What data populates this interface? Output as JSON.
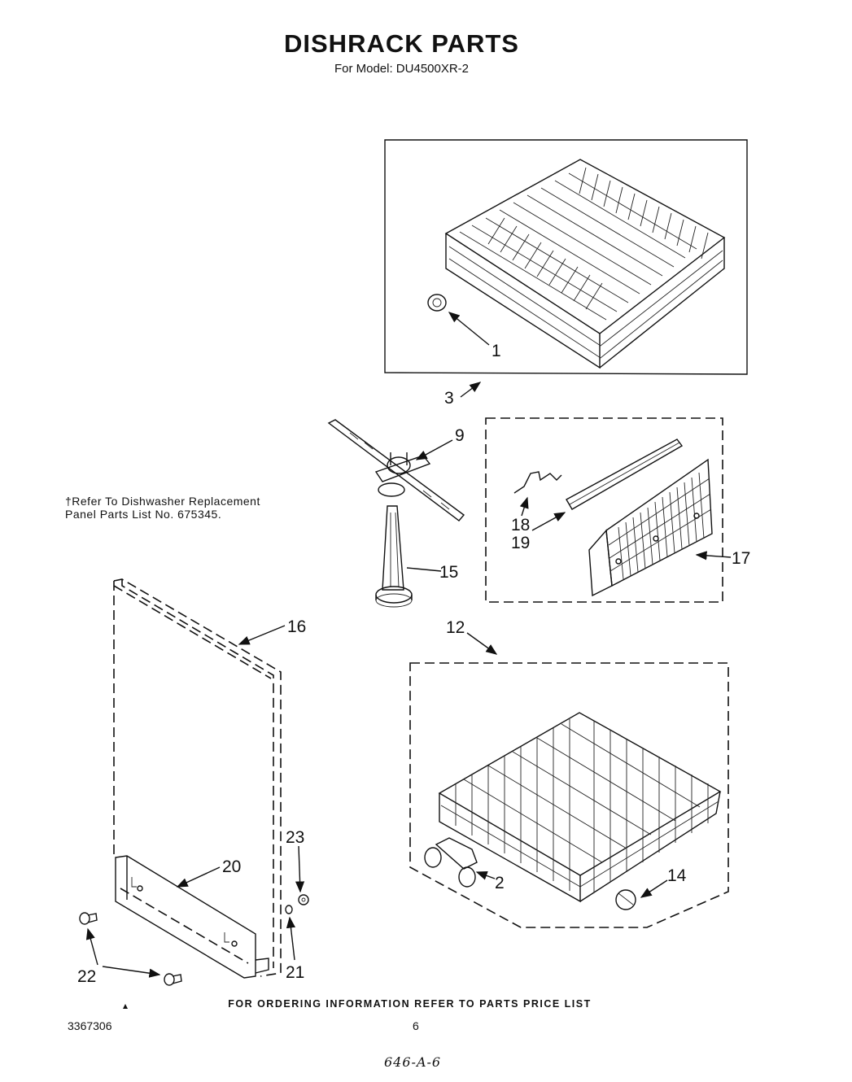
{
  "header": {
    "title": "DISHRACK PARTS",
    "subtitle": "For Model: DU4500XR-2"
  },
  "note": {
    "line1": "†Refer To Dishwasher Replacement",
    "line2": "Panel Parts List No. 675345."
  },
  "callouts": {
    "p1": "1",
    "p2": "2",
    "p3": "3",
    "p9": "9",
    "p12": "12",
    "p14": "14",
    "p15": "15",
    "p16": "16",
    "p17": "17",
    "p18": "18",
    "p19": "19",
    "p20": "20",
    "p21": "21",
    "p22": "22",
    "p23": "23"
  },
  "footer": {
    "ordering": "FOR ORDERING INFORMATION REFER TO PARTS PRICE LIST",
    "doc_number": "3367306",
    "page_number": "6",
    "handwritten": "646-A-6"
  }
}
